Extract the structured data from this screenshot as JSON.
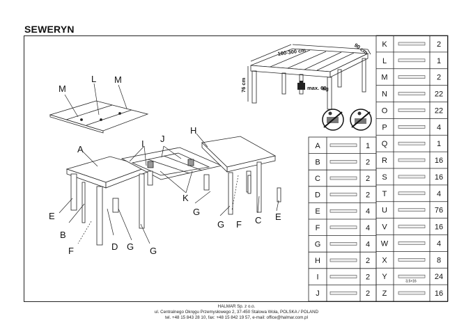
{
  "title": "SEWERYN",
  "dimensions": {
    "length": "160-300 cm",
    "depth": "90 cm",
    "height": "76 cm",
    "max_load": "max. 60",
    "max_load_unit": "kg"
  },
  "diagram_labels": {
    "L": "L",
    "M_left": "M",
    "M_right": "M",
    "A": "A",
    "H": "H",
    "I": "I",
    "J": "J",
    "K": "K",
    "E_left": "E",
    "B": "B",
    "F_left": "F",
    "D": "D",
    "G_mid": "G",
    "G_bottom": "G",
    "G_right": "G",
    "G_far": "G",
    "F_right": "F",
    "C": "C",
    "E_right": "E"
  },
  "parts_left": [
    {
      "letter": "A",
      "qty": "1"
    },
    {
      "letter": "B",
      "qty": "2"
    },
    {
      "letter": "C",
      "qty": "2"
    },
    {
      "letter": "D",
      "qty": "2"
    },
    {
      "letter": "E",
      "qty": "4"
    },
    {
      "letter": "F",
      "qty": "4"
    },
    {
      "letter": "G",
      "qty": "4"
    },
    {
      "letter": "H",
      "qty": "2"
    },
    {
      "letter": "I",
      "qty": "2"
    },
    {
      "letter": "J",
      "qty": "2"
    }
  ],
  "parts_right": [
    {
      "letter": "K",
      "qty": "2"
    },
    {
      "letter": "L",
      "qty": "1"
    },
    {
      "letter": "M",
      "qty": "2"
    },
    {
      "letter": "N",
      "qty": "22"
    },
    {
      "letter": "O",
      "qty": "22"
    },
    {
      "letter": "P",
      "qty": "4"
    },
    {
      "letter": "Q",
      "qty": "1"
    },
    {
      "letter": "R",
      "qty": "16"
    },
    {
      "letter": "S",
      "qty": "16"
    },
    {
      "letter": "T",
      "qty": "4"
    },
    {
      "letter": "U",
      "qty": "76"
    },
    {
      "letter": "V",
      "qty": "16"
    },
    {
      "letter": "W",
      "qty": "4"
    },
    {
      "letter": "X",
      "qty": "8"
    },
    {
      "letter": "Y",
      "qty": "24"
    },
    {
      "letter": "Z",
      "qty": "16"
    }
  ],
  "screw_label": "3,5×16",
  "footer": {
    "line1": "HALMAR Sp. z o.o.",
    "line2": "ul. Centralnego Okręgu Przemysłowego 2, 37-450 Stalowa Wola, POLSKA / POLAND",
    "line3": "tel. +48 15 843 28 10, fax: +48 15 842 19 57, e-mail: office@halmar.com.pl"
  }
}
